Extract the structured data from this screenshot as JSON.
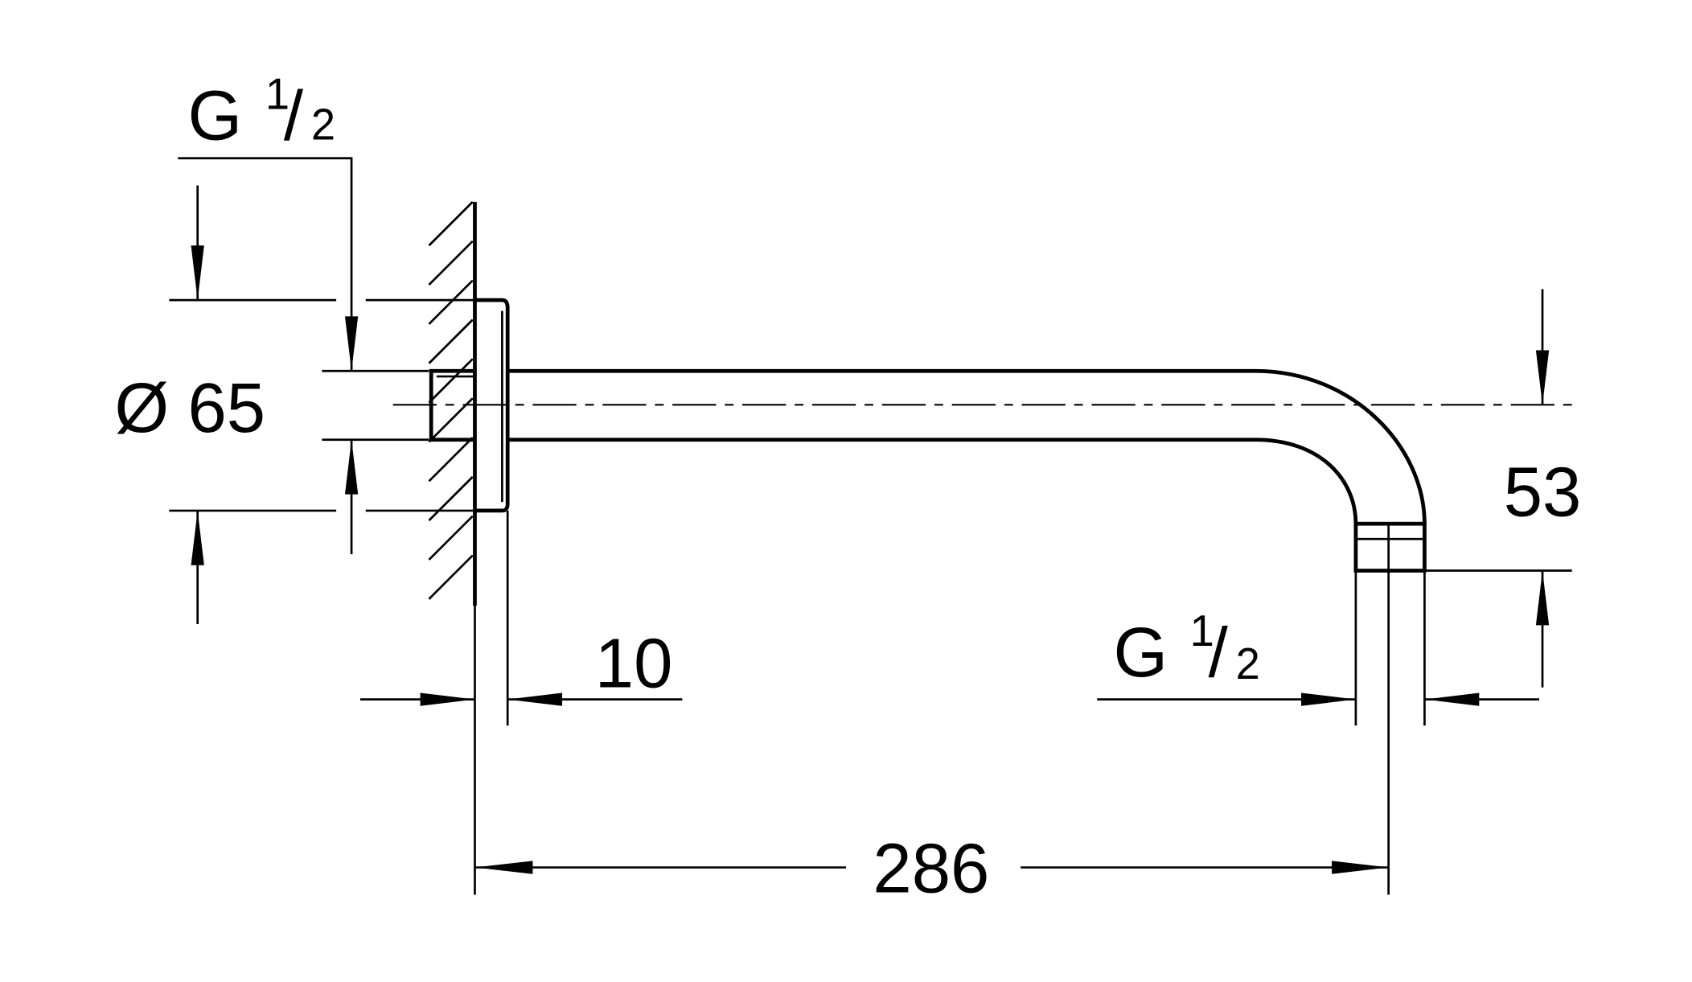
{
  "drawing": {
    "thread_top": {
      "letter": "G",
      "num": "1",
      "slash": "/",
      "den": "2"
    },
    "diameter": {
      "symbol": "Ø",
      "value": "65"
    },
    "flange_depth": "10",
    "thread_bottom": {
      "letter": "G",
      "num": "1",
      "slash": "/",
      "den": "2"
    },
    "projection": "286",
    "drop": "53"
  }
}
